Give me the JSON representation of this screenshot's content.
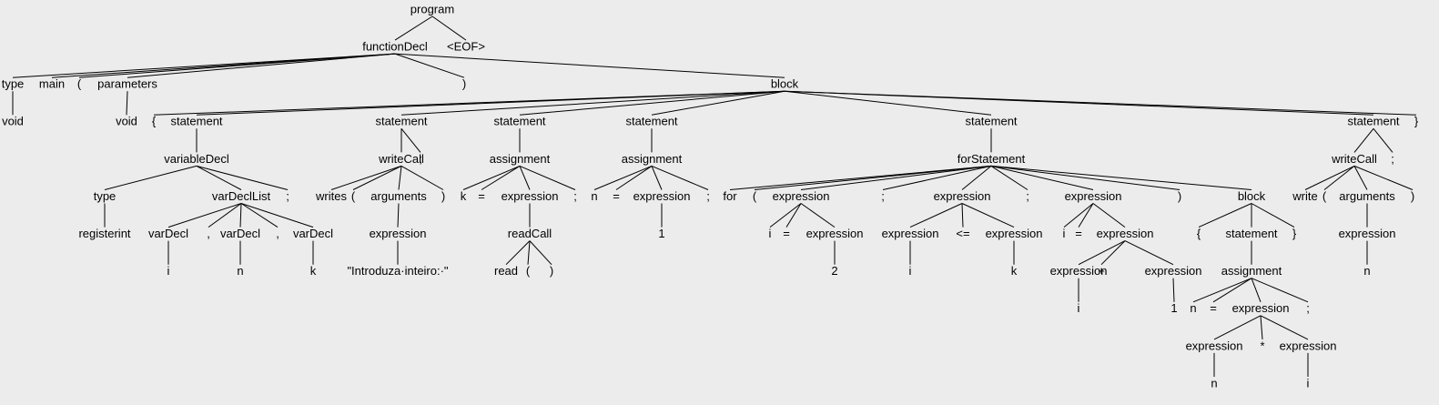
{
  "colors": {
    "background": "#ececec",
    "text": "#000000",
    "edge": "#000000"
  },
  "tree": {
    "label": "program",
    "children": [
      {
        "label": "functionDecl",
        "children": [
          {
            "label": "type",
            "children": [
              {
                "label": "void"
              }
            ]
          },
          {
            "label": "main"
          },
          {
            "label": "("
          },
          {
            "label": "parameters",
            "children": [
              {
                "label": "void"
              }
            ]
          },
          {
            "label": ")"
          },
          {
            "label": "block",
            "children": [
              {
                "label": "{"
              },
              {
                "label": "statement",
                "children": [
                  {
                    "label": "variableDecl",
                    "children": [
                      {
                        "label": "type",
                        "children": [
                          {
                            "label": "registerint"
                          }
                        ]
                      },
                      {
                        "label": "varDeclList",
                        "children": [
                          {
                            "label": "varDecl",
                            "children": [
                              {
                                "label": "i"
                              }
                            ]
                          },
                          {
                            "label": ","
                          },
                          {
                            "label": "varDecl",
                            "children": [
                              {
                                "label": "n"
                              }
                            ]
                          },
                          {
                            "label": ","
                          },
                          {
                            "label": "varDecl",
                            "children": [
                              {
                                "label": "k"
                              }
                            ]
                          }
                        ]
                      },
                      {
                        "label": ";"
                      }
                    ]
                  }
                ]
              },
              {
                "label": "statement",
                "children": [
                  {
                    "label": "writeCall",
                    "children": [
                      {
                        "label": "writes"
                      },
                      {
                        "label": "("
                      },
                      {
                        "label": "arguments",
                        "children": [
                          {
                            "label": "expression",
                            "children": [
                              {
                                "label": "\"Introduza·inteiro:·\""
                              }
                            ]
                          }
                        ]
                      },
                      {
                        "label": ")"
                      }
                    ]
                  },
                  {
                    "label": ";"
                  }
                ]
              },
              {
                "label": "statement",
                "children": [
                  {
                    "label": "assignment",
                    "children": [
                      {
                        "label": "k"
                      },
                      {
                        "label": "="
                      },
                      {
                        "label": "expression",
                        "children": [
                          {
                            "label": "readCall",
                            "children": [
                              {
                                "label": "read"
                              },
                              {
                                "label": "("
                              },
                              {
                                "label": ")"
                              }
                            ]
                          }
                        ]
                      },
                      {
                        "label": ";"
                      }
                    ]
                  }
                ]
              },
              {
                "label": "statement",
                "children": [
                  {
                    "label": "assignment",
                    "children": [
                      {
                        "label": "n"
                      },
                      {
                        "label": "="
                      },
                      {
                        "label": "expression",
                        "children": [
                          {
                            "label": "1"
                          }
                        ]
                      },
                      {
                        "label": ";"
                      }
                    ]
                  }
                ]
              },
              {
                "label": "statement",
                "children": [
                  {
                    "label": "forStatement",
                    "children": [
                      {
                        "label": "for"
                      },
                      {
                        "label": "("
                      },
                      {
                        "label": "expression",
                        "children": [
                          {
                            "label": "i"
                          },
                          {
                            "label": "="
                          },
                          {
                            "label": "expression",
                            "children": [
                              {
                                "label": "2"
                              }
                            ]
                          }
                        ]
                      },
                      {
                        "label": ";"
                      },
                      {
                        "label": "expression",
                        "children": [
                          {
                            "label": "expression",
                            "children": [
                              {
                                "label": "i"
                              }
                            ]
                          },
                          {
                            "label": "<="
                          },
                          {
                            "label": "expression",
                            "children": [
                              {
                                "label": "k"
                              }
                            ]
                          }
                        ]
                      },
                      {
                        "label": ";"
                      },
                      {
                        "label": "expression",
                        "children": [
                          {
                            "label": "i"
                          },
                          {
                            "label": "="
                          },
                          {
                            "label": "expression",
                            "children": [
                              {
                                "label": "expression",
                                "children": [
                                  {
                                    "label": "i"
                                  }
                                ]
                              },
                              {
                                "label": "+"
                              },
                              {
                                "label": "expression",
                                "children": [
                                  {
                                    "label": "1"
                                  }
                                ]
                              }
                            ]
                          }
                        ]
                      },
                      {
                        "label": ")"
                      },
                      {
                        "label": "block",
                        "children": [
                          {
                            "label": "{"
                          },
                          {
                            "label": "statement",
                            "children": [
                              {
                                "label": "assignment",
                                "children": [
                                  {
                                    "label": "n"
                                  },
                                  {
                                    "label": "="
                                  },
                                  {
                                    "label": "expression",
                                    "children": [
                                      {
                                        "label": "expression",
                                        "children": [
                                          {
                                            "label": "n"
                                          }
                                        ]
                                      },
                                      {
                                        "label": "*"
                                      },
                                      {
                                        "label": "expression",
                                        "children": [
                                          {
                                            "label": "i"
                                          }
                                        ]
                                      }
                                    ]
                                  },
                                  {
                                    "label": ";"
                                  }
                                ]
                              }
                            ]
                          },
                          {
                            "label": "}"
                          }
                        ]
                      }
                    ]
                  }
                ]
              },
              {
                "label": "statement",
                "children": [
                  {
                    "label": "writeCall",
                    "children": [
                      {
                        "label": "write"
                      },
                      {
                        "label": "("
                      },
                      {
                        "label": "arguments",
                        "children": [
                          {
                            "label": "expression",
                            "children": [
                              {
                                "label": "n"
                              }
                            ]
                          }
                        ]
                      },
                      {
                        "label": ")"
                      }
                    ]
                  },
                  {
                    "label": ";"
                  }
                ]
              },
              {
                "label": "}"
              }
            ]
          }
        ]
      },
      {
        "label": "<EOF>"
      }
    ]
  }
}
